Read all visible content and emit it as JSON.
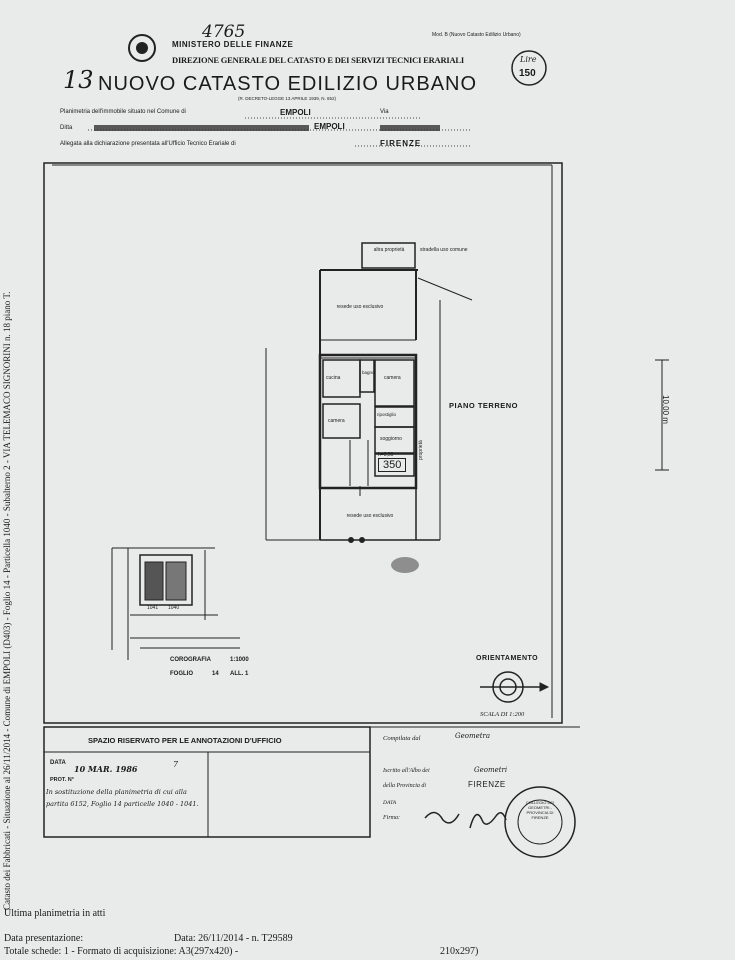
{
  "header": {
    "handwritten_number": "4765",
    "ministry": "MINISTERO DELLE FINANZE",
    "direction": "DIREZIONE GENERALE DEL CATASTO E DEI SERVIZI TECNICI ERARIALI",
    "top_right_note": "Mod. B (Nuovo Catasto Edilizio Urbano)",
    "sheet_number": "13",
    "title": "NUOVO CATASTO EDILIZIO URBANO",
    "law_ref": "(R. DECRETO-LEGGE 13 APRILE 1939, N. 652)",
    "price_label": "Lire",
    "price_value": "150"
  },
  "fields": {
    "plan_label": "Planimetria dell'immobile situato nel Comune di",
    "comune": "EMPOLI",
    "via_label": "Via",
    "ditta_label": "Ditta",
    "ditta_comune": "EMPOLI",
    "allegato_label": "Allegata alla dichiarazione presentata all'Ufficio Tecnico Erariale di",
    "ufficio": "FIRENZE"
  },
  "plan": {
    "rooms": {
      "altra_proprieta": "altra proprietà",
      "stradella": "stradella uso comune",
      "resede_top": "resede uso esclusivo",
      "cucina": "cucina",
      "bagno": "bagno",
      "camera1": "camera",
      "camera2": "camera",
      "ripostiglio": "ripostiglio",
      "soggiorno": "soggiorno",
      "resede_bottom": "resede uso esclusivo",
      "proprieta": "proprietà"
    },
    "floor_label": "PIANO TERRENO",
    "height_note": "h=3,50",
    "height_box": "350",
    "dimension": "10,00 m",
    "chorography_label": "COROGRAFIA",
    "chorography_scale": "1:1000",
    "foglio_label": "FOGLIO",
    "foglio_value": "14",
    "allegato_value": "ALL. 1",
    "map_labels": [
      "1041",
      "1040"
    ],
    "orientation_label": "ORIENTAMENTO",
    "scale_label": "SCALA DI 1:200"
  },
  "office": {
    "reserved_title": "SPAZIO RISERVATO PER LE ANNOTAZIONI D'UFFICIO",
    "data_label": "DATA",
    "data_value": "10 MAR. 1986",
    "prot_label": "PROT. N°",
    "note": "In sostituzione della planimetria di cui alla partita 6152, Foglio 14 particelle 1040 - 1041.",
    "page_mark": "7"
  },
  "signature": {
    "compilata_label": "Compilata dal",
    "compilata_value": "Geometra",
    "iscritto_label": "Iscritto all'Albo dei",
    "iscritto_value": "Geometri",
    "provincia_label": "della Provincia di",
    "provincia_value": "FIRENZE",
    "data_label": "DATA",
    "firma_label": "Firma:",
    "stamp_text": "COLLEGIO DEI GEOMETRI - PROVINCIA DI FIRENZE"
  },
  "side_text": "Catasto dei Fabbricati - Situazione al 26/11/2014 - Comune di EMPOLI (D403) - Foglio 14 - Particella 1040 - Subalterno 2 - VIA TELEMACO SIGNORINI n. 18 piano T.",
  "footer": {
    "line1": "Ultima planimetria in atti",
    "line2_a": "Data presentazione:",
    "line2_b": "Data: 26/11/2014 - n. T29589",
    "line3_a": "Totale schede: 1 - Formato di acquisizione: A3(297x420) -",
    "line3_b": "210x297)"
  }
}
